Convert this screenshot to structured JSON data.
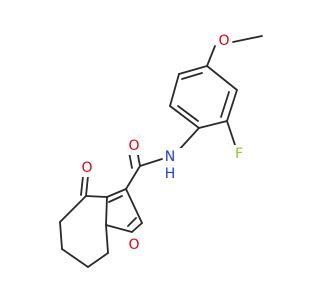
{
  "structure": {
    "atoms": {
      "oxygen_methoxy": {
        "symbol": "O",
        "color": "#e8000b"
      },
      "fluorine": {
        "symbol": "F",
        "color": "#8ac926"
      },
      "oxygen_amide": {
        "symbol": "O",
        "color": "#e8000b"
      },
      "nitrogen_amide": {
        "symbol": "N",
        "color": "#1d3fe0"
      },
      "hydrogen_amide": {
        "symbol": "H",
        "color": "#1d3fe0"
      },
      "oxygen_ketone": {
        "symbol": "O",
        "color": "#e8000b"
      },
      "oxygen_furan": {
        "symbol": "O",
        "color": "#e8000b"
      }
    },
    "bond_color": "#2a2a2a"
  }
}
